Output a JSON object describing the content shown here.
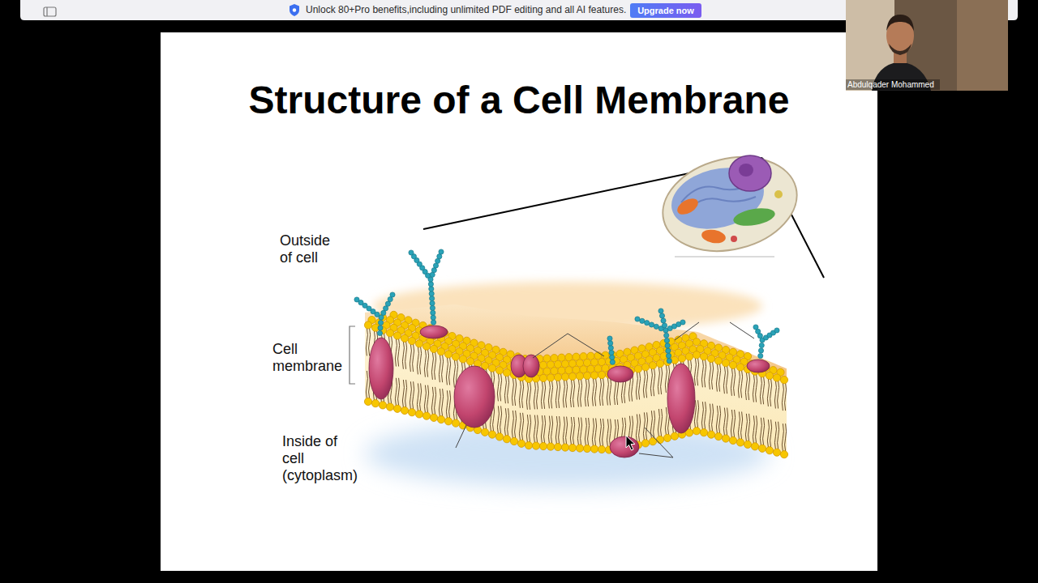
{
  "diagram": {
    "title": "Structure of a Cell Membrane",
    "nodes": [
      {
        "text": [
          "Upgrade now"
        ]
      }
    ],
    "labels": [
      "Unlock 80+Pro benefits,including unlimited PDF editing and all AI features.",
      "Abdulqader Mohammed",
      "Outside of cell",
      "Cell membrane",
      "Inside of cell (cytoplasm)"
    ]
  }
}
